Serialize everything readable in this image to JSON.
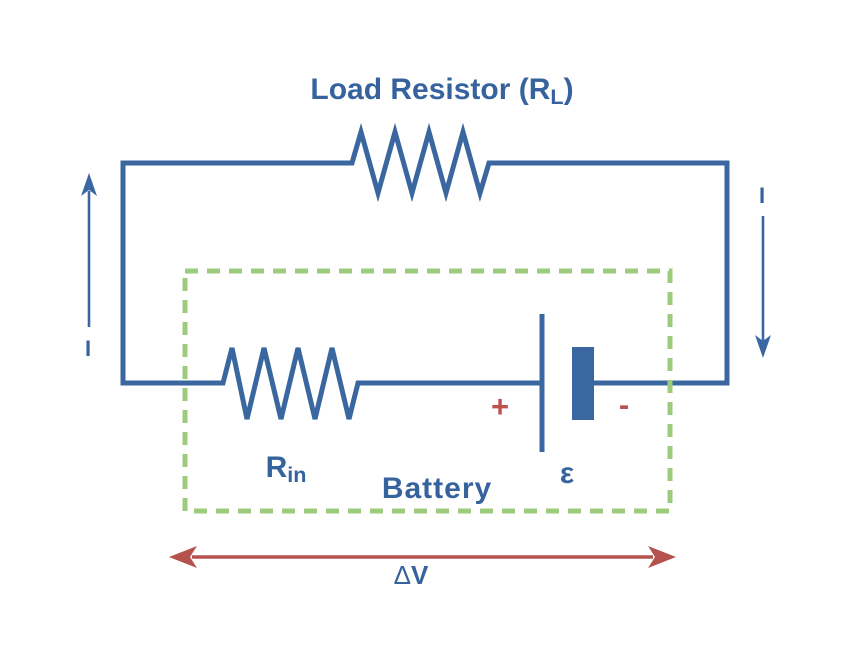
{
  "figure": {
    "title": {
      "prefix": "Load Resistor (R",
      "sub": "L",
      "suffix": ")"
    },
    "current_label_left": "I",
    "current_label_right": "I",
    "internal_resistance": {
      "prefix": "R",
      "sub": "in"
    },
    "battery_label": "Battery",
    "positive_terminal": "+",
    "negative_terminal": "-",
    "emf_symbol": "ε",
    "voltage_label": {
      "delta": "Δ",
      "v": "V"
    }
  },
  "colors": {
    "wire_blue": "#3A67A0",
    "text_blue": "#36639E",
    "terminal_red": "#C0504D",
    "arrow_red": "#B6524E",
    "boundary_green": "#9CCB7B",
    "background": "#FFFFFF"
  }
}
